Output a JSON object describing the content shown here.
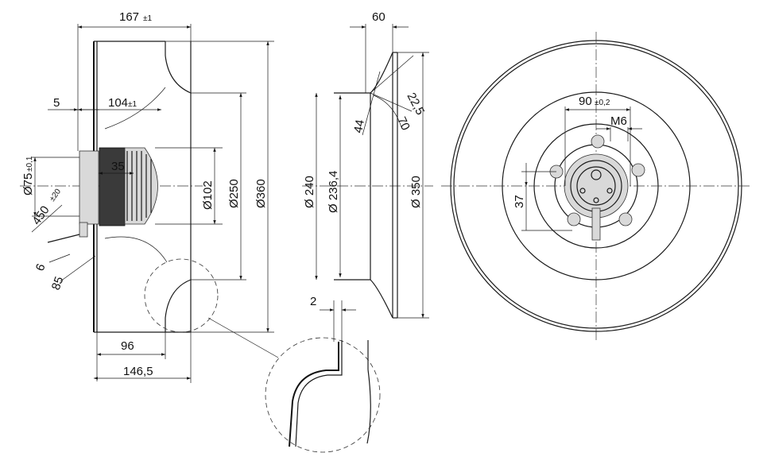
{
  "side_view": {
    "width_167": "167",
    "tol_167": "±1",
    "dim_5": "5",
    "dim_104": "104",
    "tol_104": "±1",
    "dim_35": "35",
    "dia_75": "Ø75",
    "tol_75": "±0,1",
    "cable_450": "450",
    "tol_450": "±20",
    "dim_6": "6",
    "dim_85": "85",
    "dia_102": "Ø102",
    "dia_250": "Ø250",
    "dia_360": "Ø360",
    "dim_96": "96",
    "dim_146_5": "146,5"
  },
  "profile_view": {
    "dim_60": "60",
    "angle_22_5": "22,5",
    "angle_44": "44",
    "angle_70": "70",
    "dia_240": "Ø 240",
    "dia_236_4": "Ø 236,4",
    "dia_350": "Ø 350"
  },
  "detail_view": {
    "dim_2": "2"
  },
  "front_view": {
    "dim_90": "90",
    "tol_90": "±0,2",
    "thread_m6": "M6",
    "dim_37": "37"
  }
}
